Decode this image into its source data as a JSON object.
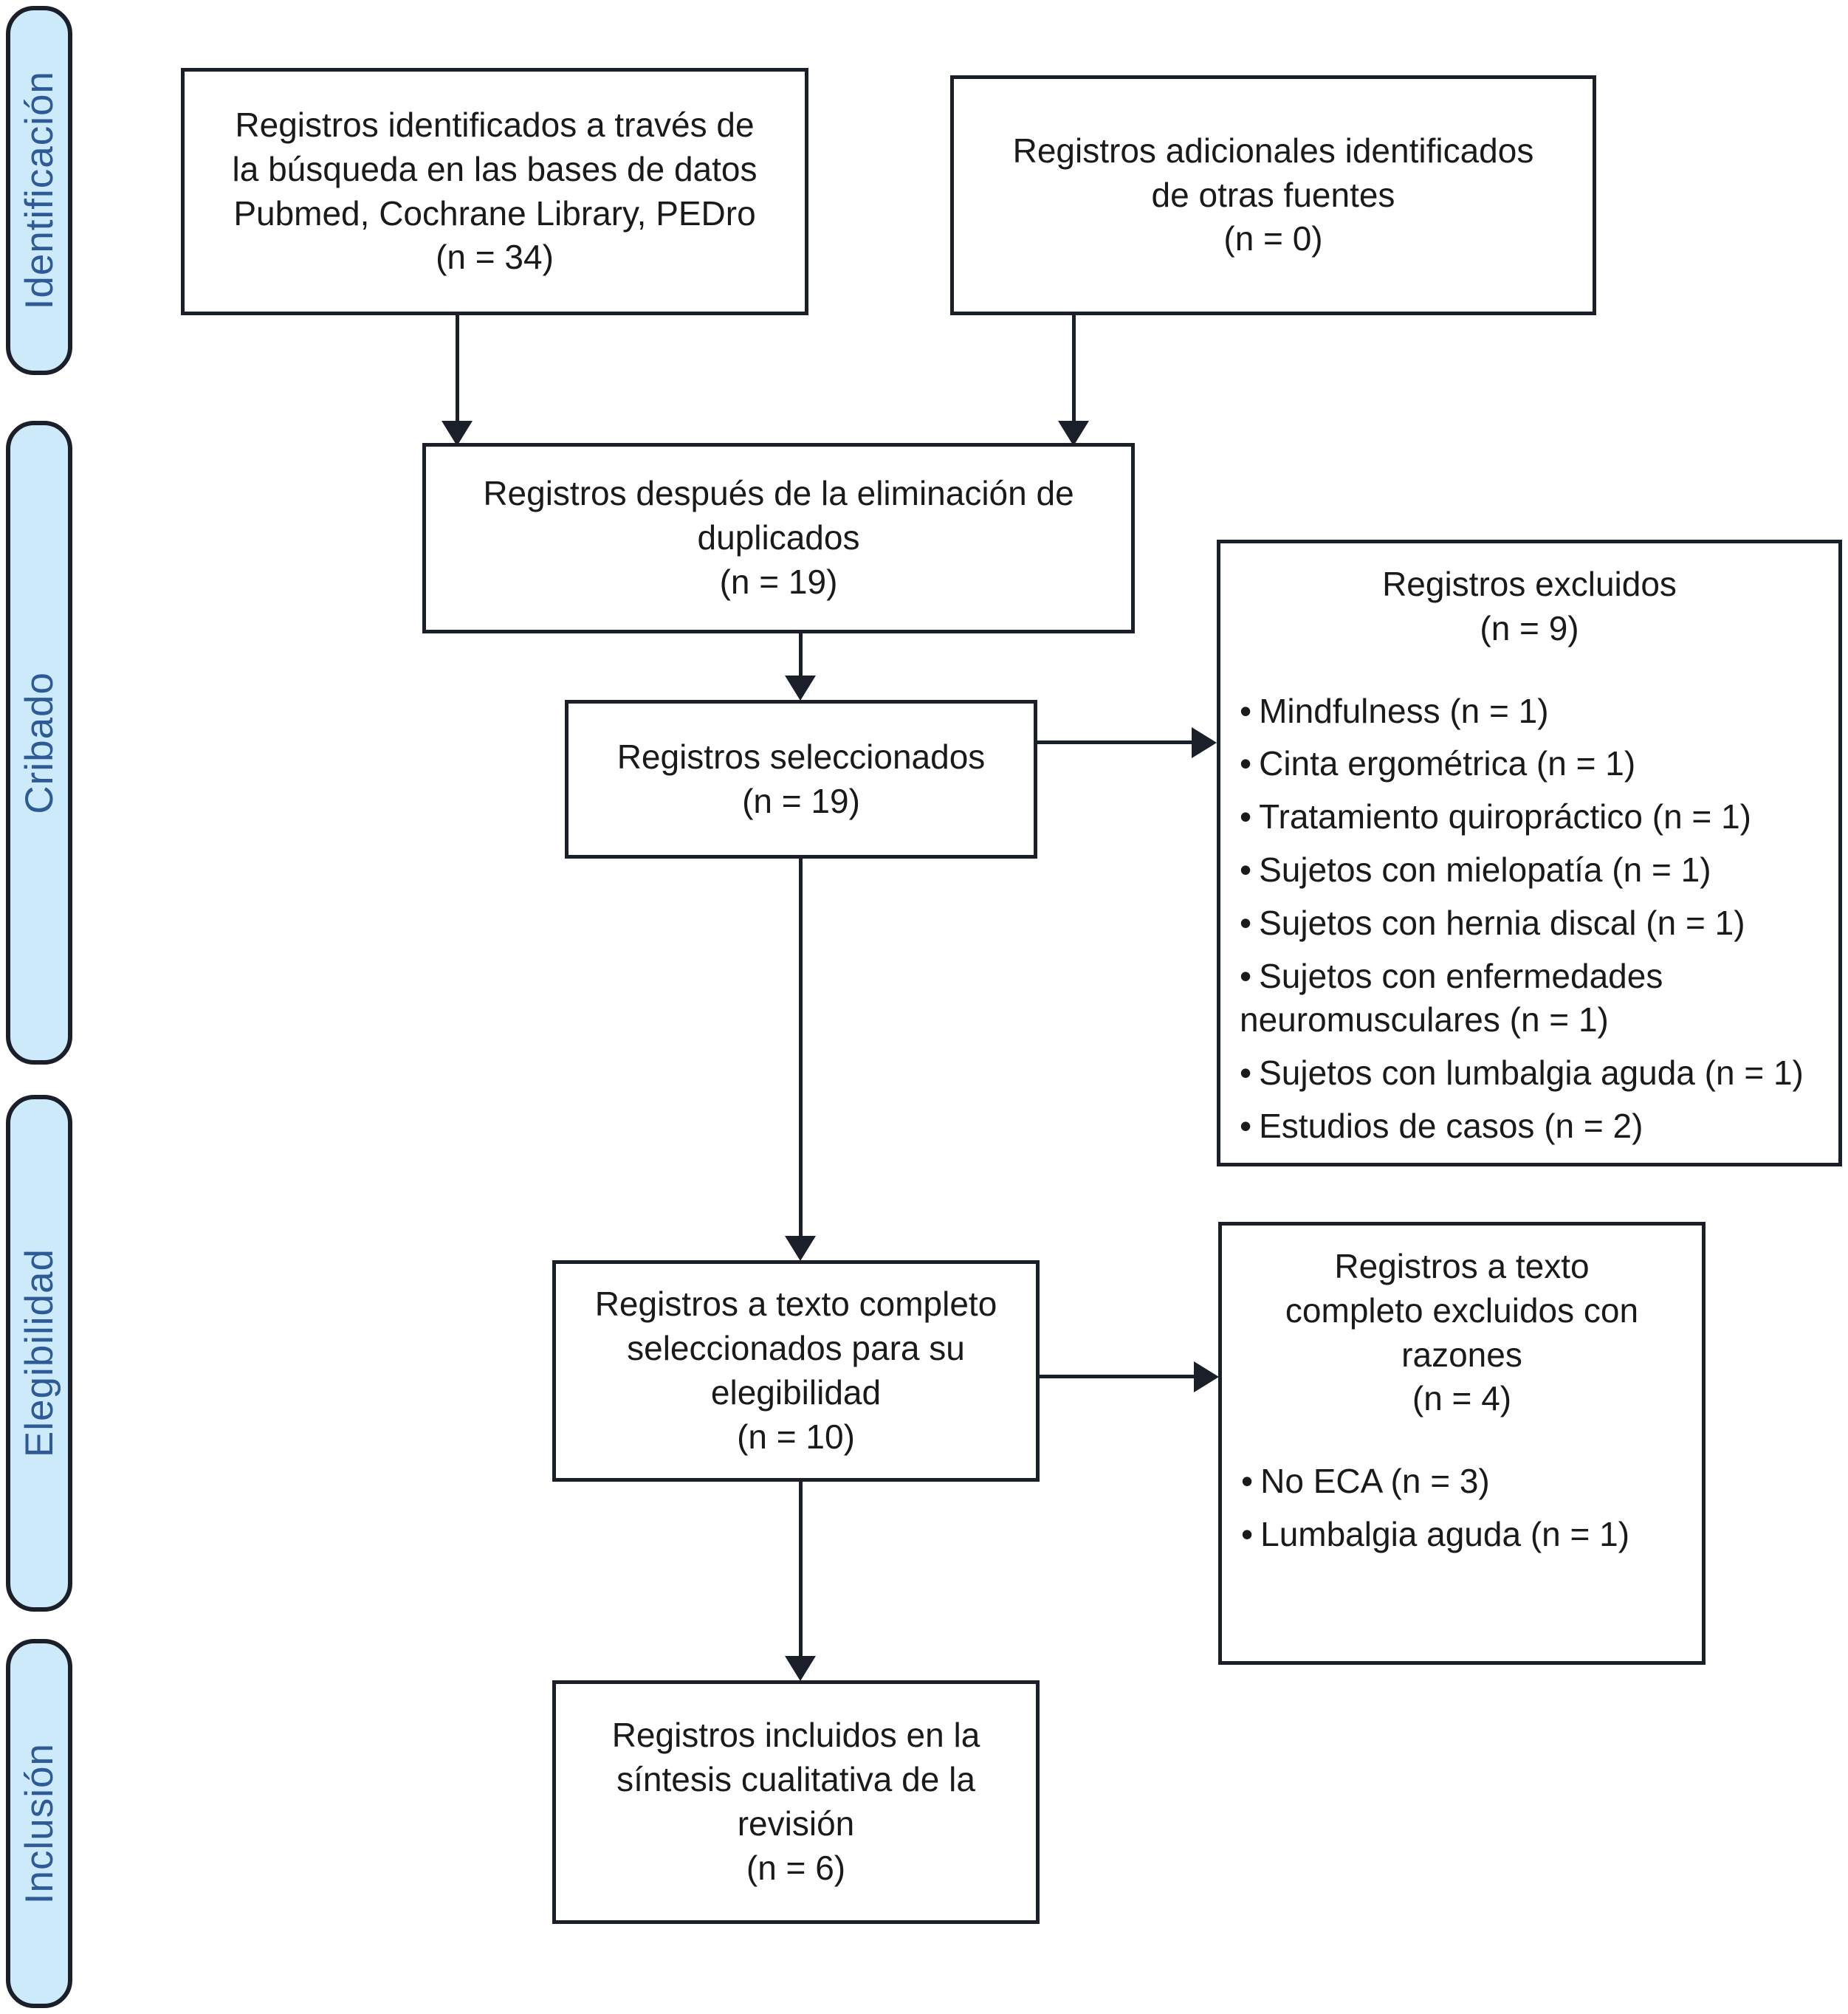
{
  "diagram": {
    "title": "PRISMA flow diagram",
    "colors": {
      "stage_fill": "#cdeafb",
      "stage_text": "#2e5b96",
      "stroke": "#1b1f2a",
      "box_fill": "#ffffff",
      "box_text": "#1a1a1a"
    }
  },
  "stages": [
    {
      "id": "identificacion",
      "label": "Identificación"
    },
    {
      "id": "cribado",
      "label": "Cribado"
    },
    {
      "id": "elegibilidad",
      "label": "Elegibilidad"
    },
    {
      "id": "inclusion",
      "label": "Inclusión"
    }
  ],
  "boxes": {
    "db_search": {
      "lines": [
        "Registros identificados a través de",
        "la búsqueda en las bases de datos",
        "Pubmed, Cochrane Library, PEDro",
        "(n = 34)"
      ],
      "count": 34
    },
    "other_sources": {
      "lines": [
        "Registros adicionales identificados",
        "de otras fuentes",
        "(n = 0)"
      ],
      "count": 0
    },
    "after_duplicates": {
      "lines": [
        "Registros después de la eliminación de",
        "duplicados",
        "(n = 19)"
      ],
      "count": 19
    },
    "screened": {
      "lines": [
        "Registros seleccionados",
        "(n = 19)"
      ],
      "count": 19
    },
    "records_excluded": {
      "head": [
        "Registros excluidos",
        "(n = 9)"
      ],
      "count": 9,
      "bullets": [
        {
          "text": "Mindfulness (n = 1)",
          "n": 1,
          "wrap": false
        },
        {
          "text": "Cinta ergométrica (n = 1)",
          "n": 1,
          "wrap": false
        },
        {
          "text": "Tratamiento quiropráctico (n = 1)",
          "n": 1,
          "wrap": false
        },
        {
          "text": "Sujetos con mielopatía (n = 1)",
          "n": 1,
          "wrap": false
        },
        {
          "text": "Sujetos con hernia discal (n = 1)",
          "n": 1,
          "wrap": false
        },
        {
          "text": "Sujetos con enfermedades neuromusculares (n = 1)",
          "n": 1,
          "wrap": true
        },
        {
          "text": "Sujetos con lumbalgia aguda (n = 1)",
          "n": 1,
          "wrap": false
        },
        {
          "text": "Estudios de casos (n = 2)",
          "n": 2,
          "wrap": false
        }
      ]
    },
    "fulltext_assessed": {
      "lines": [
        "Registros a texto completo",
        "seleccionados para su",
        "elegibilidad",
        "(n = 10)"
      ],
      "count": 10
    },
    "fulltext_excluded": {
      "head": [
        "Registros a texto",
        "completo excluidos con",
        "razones",
        "(n = 4)"
      ],
      "count": 4,
      "bullets": [
        {
          "text": "No ECA (n = 3)",
          "n": 3,
          "wrap": false
        },
        {
          "text": "Lumbalgia aguda (n = 1)",
          "n": 1,
          "wrap": false
        }
      ]
    },
    "included": {
      "lines": [
        "Registros incluidos en la",
        "síntesis cualitativa de la",
        "revisión",
        "(n = 6)"
      ],
      "count": 6
    }
  }
}
